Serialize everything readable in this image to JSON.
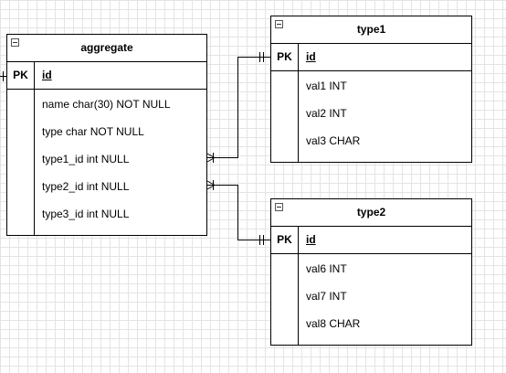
{
  "entities": {
    "aggregate": {
      "name": "aggregate",
      "pk_label": "PK",
      "pk_field": "id",
      "attributes": [
        "name char(30) NOT NULL",
        "type char NOT NULL",
        "type1_id int NULL",
        "type2_id int NULL",
        "type3_id int NULL"
      ]
    },
    "type1": {
      "name": "type1",
      "pk_label": "PK",
      "pk_field": "id",
      "attributes": [
        "val1 INT",
        "val2 INT",
        "val3 CHAR"
      ]
    },
    "type2": {
      "name": "type2",
      "pk_label": "PK",
      "pk_field": "id",
      "attributes": [
        "val6 INT",
        "val7 INT",
        "val8 CHAR"
      ]
    }
  },
  "relations": [
    {
      "from": "aggregate.type1_id",
      "to": "type1.id"
    },
    {
      "from": "aggregate.type2_id",
      "to": "type2.id"
    }
  ]
}
